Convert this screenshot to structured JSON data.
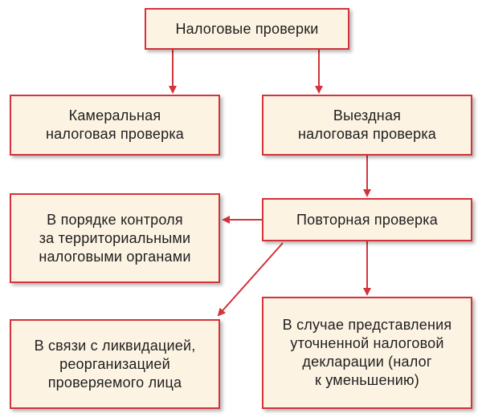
{
  "diagram": {
    "root": "Налоговые проверки",
    "kameral": "Камеральная\nналоговая проверка",
    "vyezd": "Выездная\nналоговая проверка",
    "repeat": "Повторная проверка",
    "control": "В порядке контроля\nза территориальными\nналоговыми органами",
    "liquidation": "В связи с ликвидацией,\nреорганизацией\nпроверяемого лица",
    "declaration": "В случае представления\nуточненной налоговой\nдекларации (налог\nк уменьшению)"
  },
  "colors": {
    "box_fill": "#fdf3e3",
    "border": "#d3333a",
    "arrow": "#d3333a",
    "text": "#1e1e1e"
  }
}
